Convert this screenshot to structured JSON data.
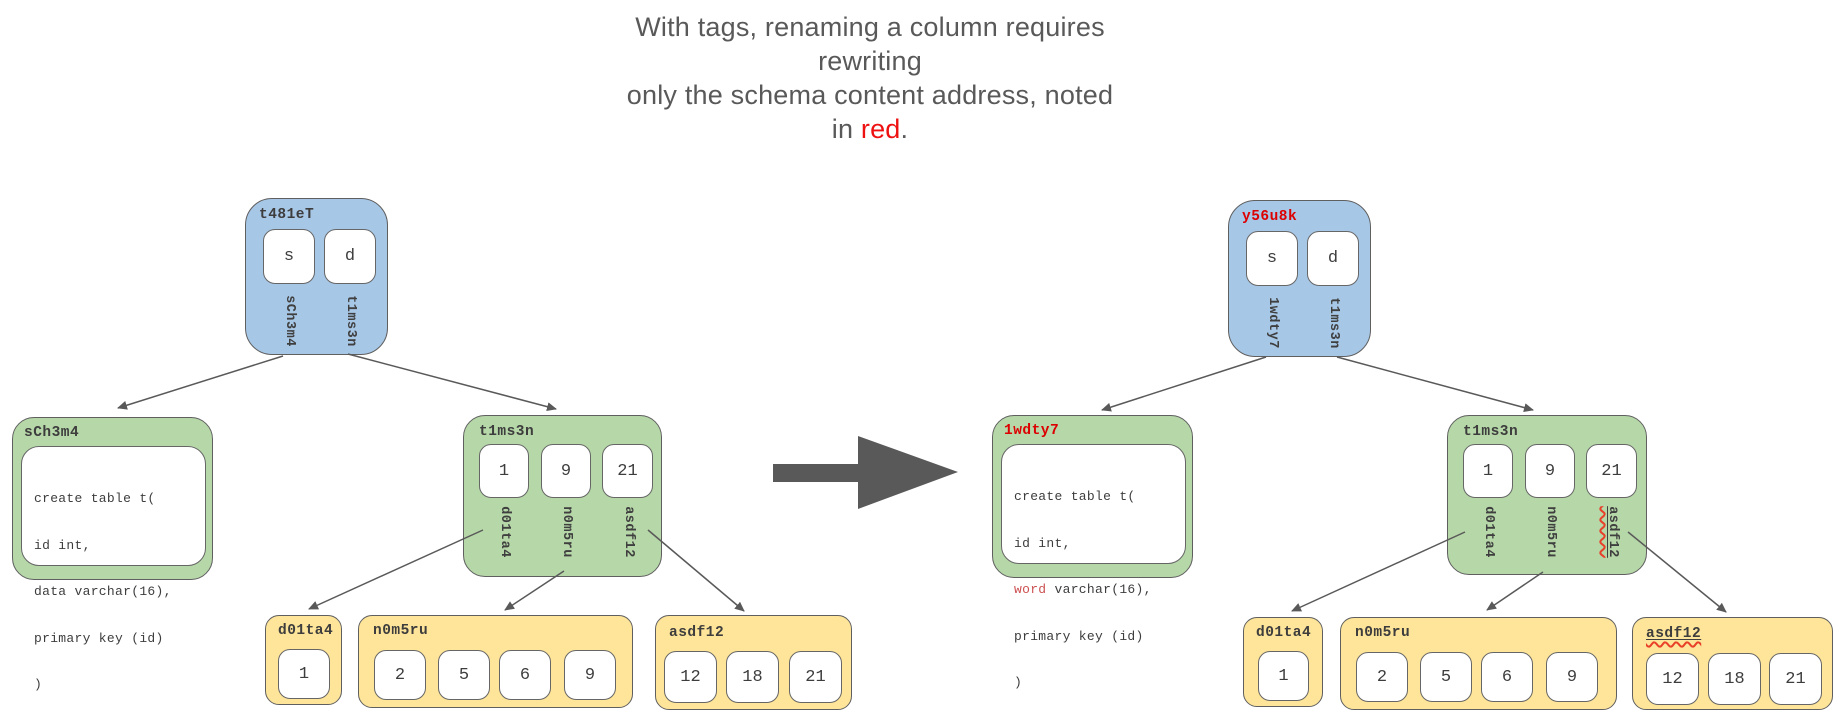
{
  "title": {
    "line1": "With tags, renaming a column requires rewriting",
    "line2_prefix": "only the schema content address, noted in ",
    "red_word": "red",
    "line2_suffix": "."
  },
  "colors": {
    "node_blue": "#a7c7e7",
    "node_green": "#b6d7a8",
    "node_yellow": "#ffe599",
    "red_highlight": "#dd0000",
    "code_red": "#cd5050",
    "squiggle_red": "#e8402a",
    "edge_gray": "#595959",
    "text_gray": "#3d3d3d"
  },
  "left_tree": {
    "root": {
      "label": "t481eT",
      "slots": [
        "s",
        "d"
      ],
      "refs": [
        "sCh3m4",
        "t1ms3n"
      ]
    },
    "schema": {
      "label": "sCh3m4",
      "code_l1": "create table t(",
      "code_l2": "id int,",
      "code_l3": "data varchar(16),",
      "code_l4": "primary key (id)",
      "code_l5": ")"
    },
    "table": {
      "label": "t1ms3n",
      "values": [
        "1",
        "9",
        "21"
      ],
      "refs": [
        "d01ta4",
        "n0m5ru",
        "asdf12"
      ]
    },
    "leaf1": {
      "label": "d01ta4",
      "values": [
        "1"
      ]
    },
    "leaf2": {
      "label": "n0m5ru",
      "values": [
        "2",
        "5",
        "6",
        "9"
      ]
    },
    "leaf3": {
      "label": "asdf12",
      "values": [
        "12",
        "18",
        "21"
      ]
    }
  },
  "right_tree": {
    "root": {
      "label": "y56u8k",
      "slots": [
        "s",
        "d"
      ],
      "refs": [
        "1wdty7",
        "t1ms3n"
      ]
    },
    "schema": {
      "label": "1wdty7",
      "code_l1": "create table t(",
      "code_l2": "id int,",
      "code_l3_red": "word",
      "code_l3_rest": " varchar(16),",
      "code_l4": "primary key (id)",
      "code_l5": ")"
    },
    "table": {
      "label": "t1ms3n",
      "values": [
        "1",
        "9",
        "21"
      ],
      "refs": [
        "d01ta4",
        "n0m5ru",
        "asdf12"
      ]
    },
    "leaf1": {
      "label": "d01ta4",
      "values": [
        "1"
      ]
    },
    "leaf2": {
      "label": "n0m5ru",
      "values": [
        "2",
        "5",
        "6",
        "9"
      ]
    },
    "leaf3": {
      "label": "asdf12",
      "values": [
        "12",
        "18",
        "21"
      ]
    }
  }
}
